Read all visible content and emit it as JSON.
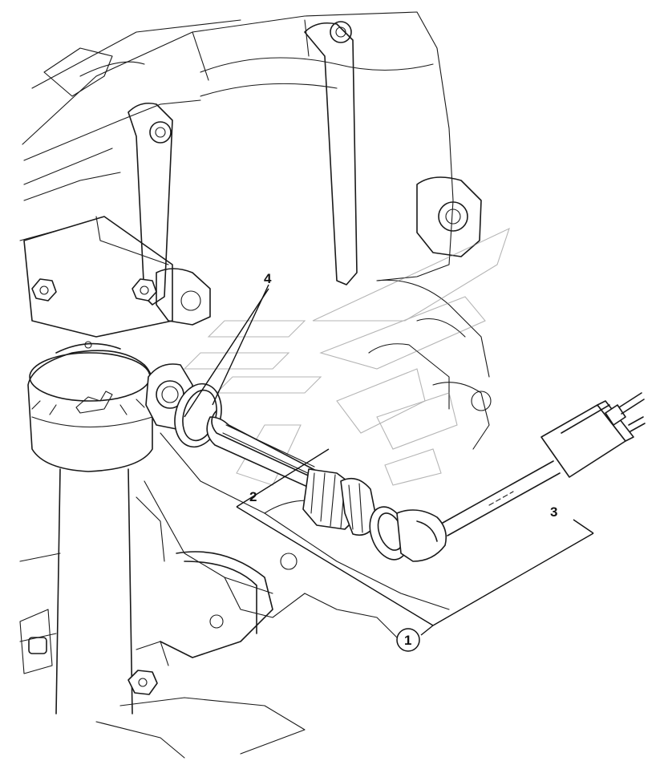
{
  "diagram": {
    "callouts": [
      {
        "id": "part-1",
        "label": "1"
      },
      {
        "id": "part-2",
        "label": "2"
      },
      {
        "id": "part-3",
        "label": "3"
      },
      {
        "id": "part-4",
        "label": "4"
      }
    ]
  }
}
